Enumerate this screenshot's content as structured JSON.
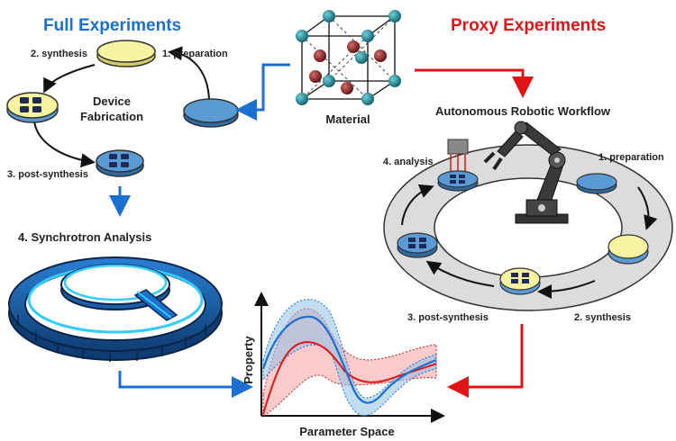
{
  "full": {
    "title": "Full Experiments",
    "center_label_line1": "Device",
    "center_label_line2": "Fabrication",
    "steps": {
      "s1": "1. preparation",
      "s2": "2. synthesis",
      "s3": "3. post-synthesis",
      "s4": "4. Synchrotron Analysis"
    }
  },
  "proxy": {
    "title": "Proxy Experiments",
    "workflow_label": "Autonomous Robotic Workflow",
    "steps": {
      "s1": "1. preparation",
      "s2": "2. synthesis",
      "s3": "3. post-synthesis",
      "s4": "4. analysis"
    }
  },
  "material": {
    "label": "Material"
  },
  "plot": {
    "xlabel": "Parameter Space",
    "ylabel": "Property"
  },
  "colors": {
    "blue": "#1a6fcf",
    "red": "#e01414",
    "cyan": "#33ccff",
    "yellow": "#f7f3a0",
    "disk_blue": "#5b9bd5"
  }
}
